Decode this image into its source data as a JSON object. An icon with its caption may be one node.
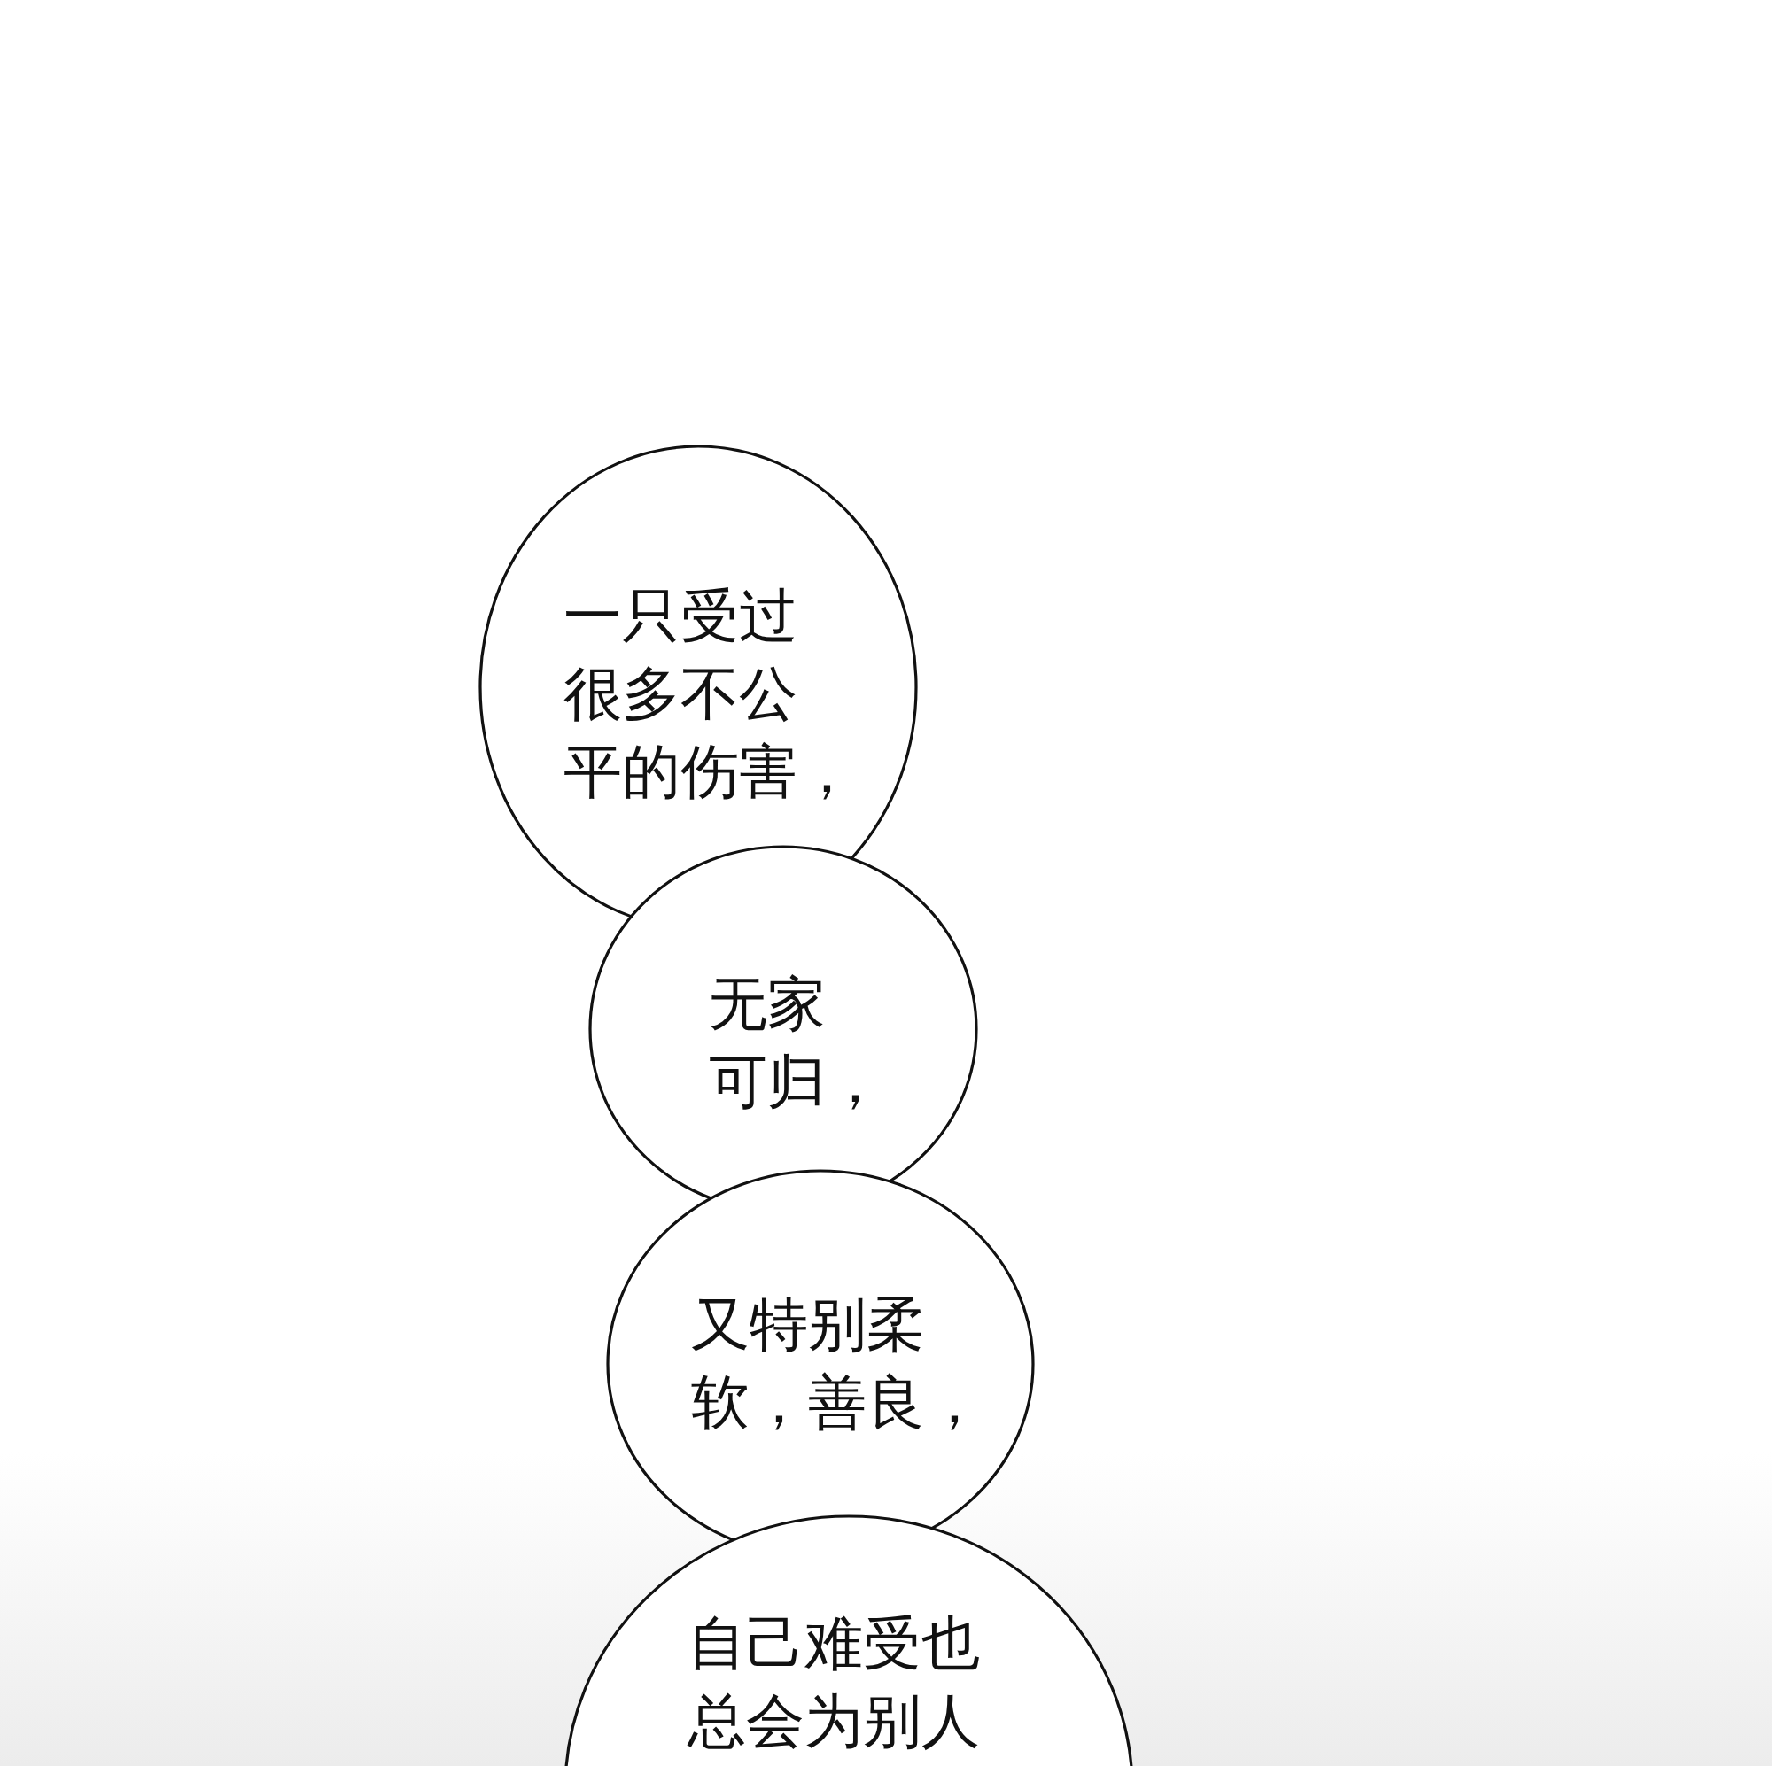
{
  "diagram": {
    "nodes": [
      {
        "text": [
          "一只受过很多不公平的伤害，"
        ]
      },
      {
        "text": [
          "无家可归，"
        ]
      },
      {
        "text": [
          "又特别柔软，善良，"
        ]
      },
      {
        "text": [
          "自己难受也总会为别人"
        ]
      }
    ]
  }
}
